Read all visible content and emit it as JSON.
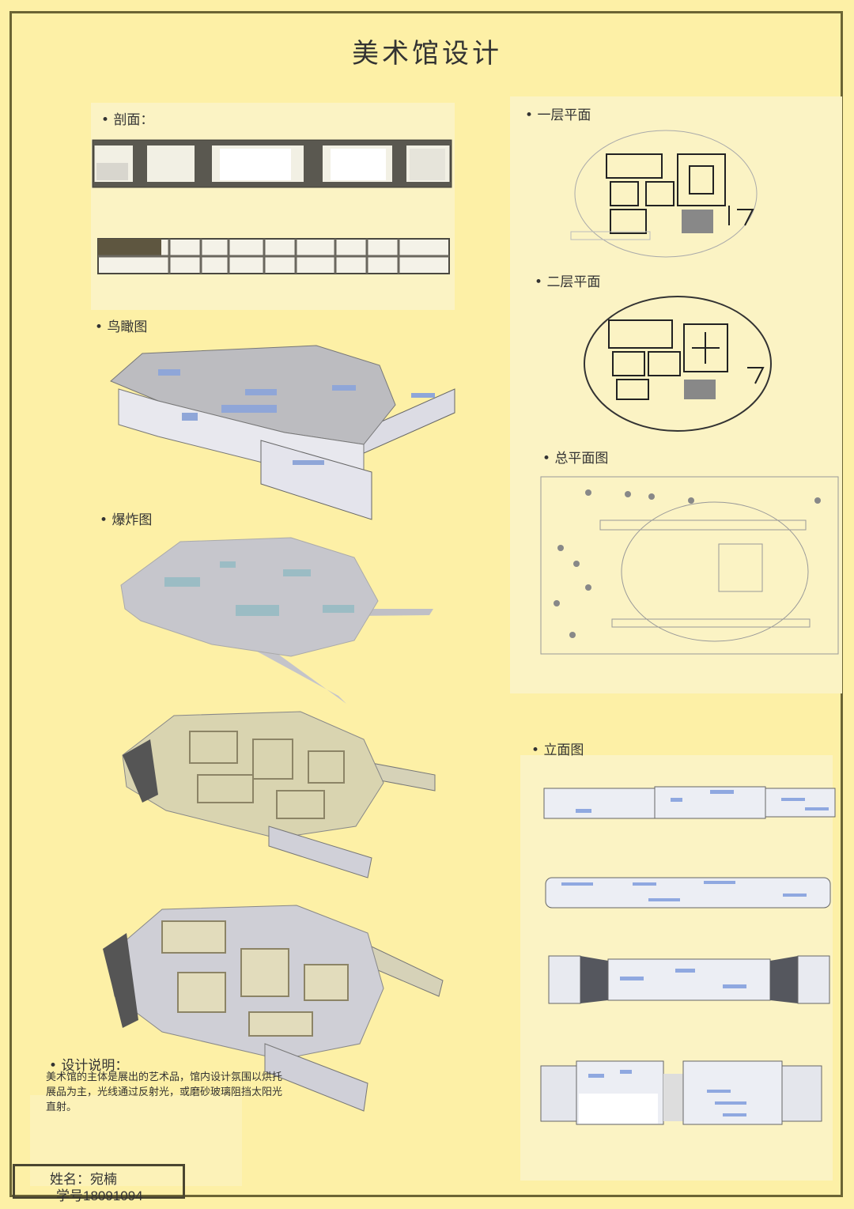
{
  "title": "美术馆设计",
  "sections": {
    "section": "剖面：",
    "aerial": "鸟瞰图",
    "exploded": "爆炸图",
    "floor1": "一层平面",
    "floor2": "二层平面",
    "site": "总平面图",
    "elevation": "立面图"
  },
  "description": {
    "heading": "设计说明：",
    "body": "美术馆的主体是展出的艺术品，馆内设计氛围以烘托展品为主，光线通过反射光，或磨砂玻璃阻挡太阳光直射。"
  },
  "author": {
    "name": "姓名：宛楠",
    "student_id": "学号18091094"
  },
  "colors": {
    "background": "#fdf0a6",
    "border": "#6b6434",
    "panel": "#fbf3c4"
  }
}
